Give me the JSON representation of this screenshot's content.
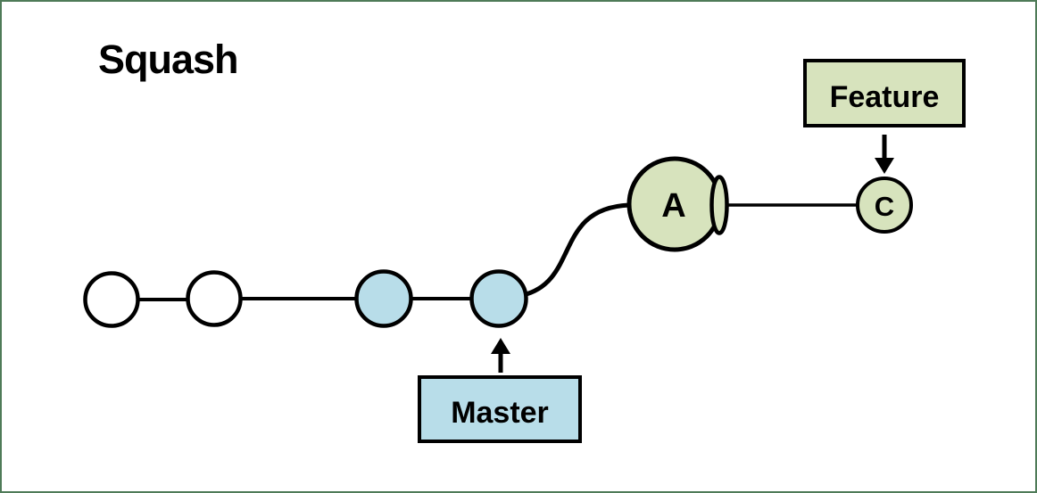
{
  "title": "Squash",
  "colors": {
    "canvas_border": "#4f7b58",
    "stroke": "#000000",
    "green_fill": "#d7e3bd",
    "blue_fill": "#b8dde9",
    "white_fill": "#ffffff"
  },
  "labels": {
    "feature_box": "Feature",
    "master_box": "Master"
  },
  "commits": {
    "squashed_node": "A",
    "feature_head_node": "C"
  },
  "structure": {
    "master_plain_commit_count": 2,
    "master_blue_commit_count": 2
  }
}
